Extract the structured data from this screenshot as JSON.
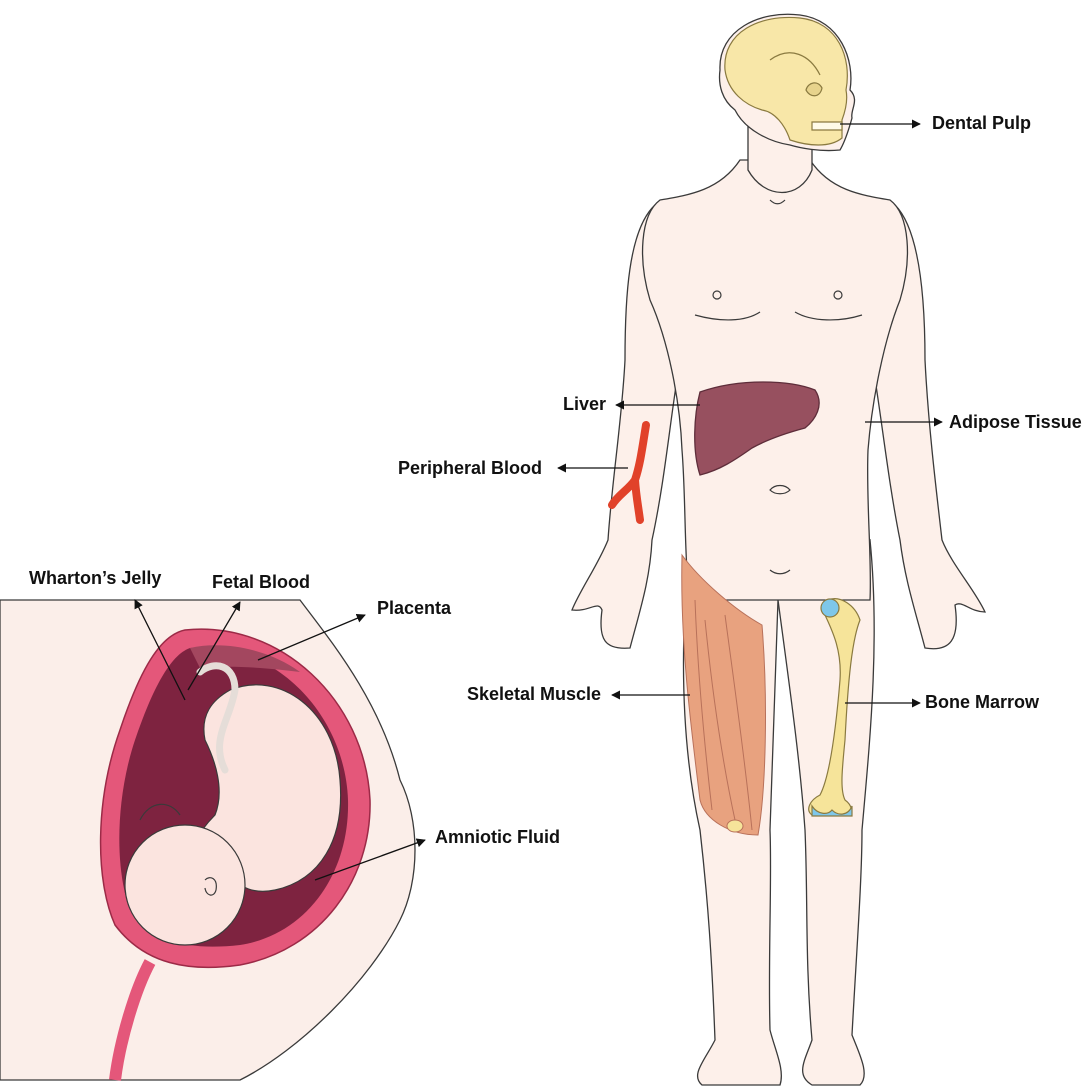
{
  "labels": {
    "dental_pulp": "Dental Pulp",
    "liver": "Liver",
    "adipose_tissue": "Adipose Tissue",
    "peripheral_blood": "Peripheral Blood",
    "skeletal_muscle": "Skeletal Muscle",
    "bone_marrow": "Bone Marrow",
    "whartons_jelly": "Wharton’s Jelly",
    "fetal_blood": "Fetal Blood",
    "placenta": "Placenta",
    "amniotic_fluid": "Amniotic Fluid"
  },
  "colors": {
    "skin": "#fdf0ea",
    "skin_outline": "#3a3a3a",
    "skull": "#f8e7a8",
    "liver": "#97505f",
    "artery": "#e1422a",
    "muscle": "#e8a27f",
    "bone": "#f6e49a",
    "cartilage": "#7ec7ea",
    "uterus_wall": "#e4577a",
    "amniotic_cavity": "#7e2340",
    "fetus_skin": "#fbe4df",
    "belly": "#fbeee9"
  }
}
